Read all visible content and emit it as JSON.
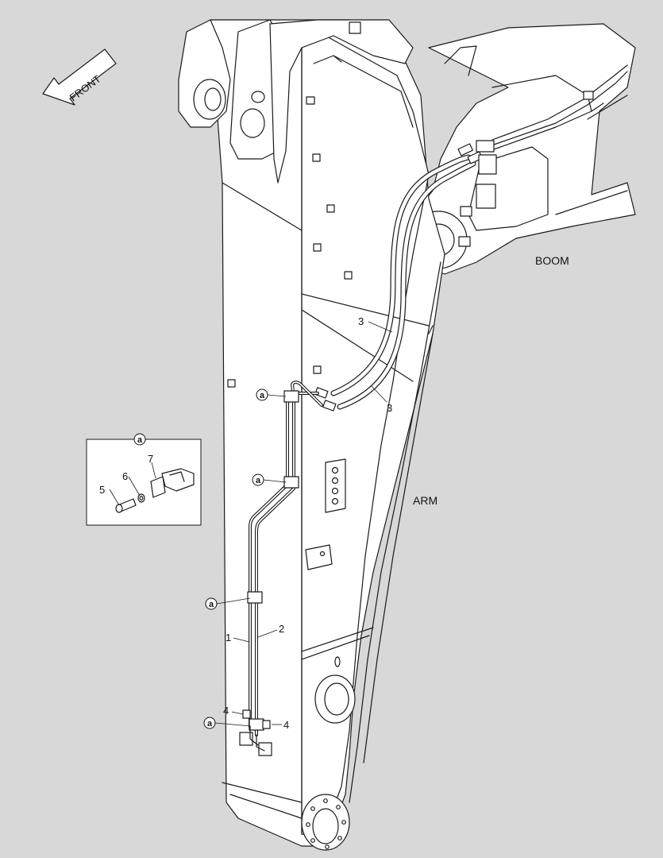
{
  "labels": {
    "front": "FRONT",
    "boom": "BOOM",
    "arm": "ARM",
    "clamp_ref": "a",
    "part_1": "1",
    "part_2": "2",
    "part_3": "3",
    "part_4": "4",
    "part_5": "5",
    "part_6": "6",
    "part_7": "7"
  },
  "colors": {
    "background": "#d8d8d8",
    "line": "#1a1a1a",
    "fill": "#ffffff"
  },
  "icons": {
    "front_arrow": "front-arrow-icon",
    "clamp_callout": "clamp-callout-icon"
  }
}
